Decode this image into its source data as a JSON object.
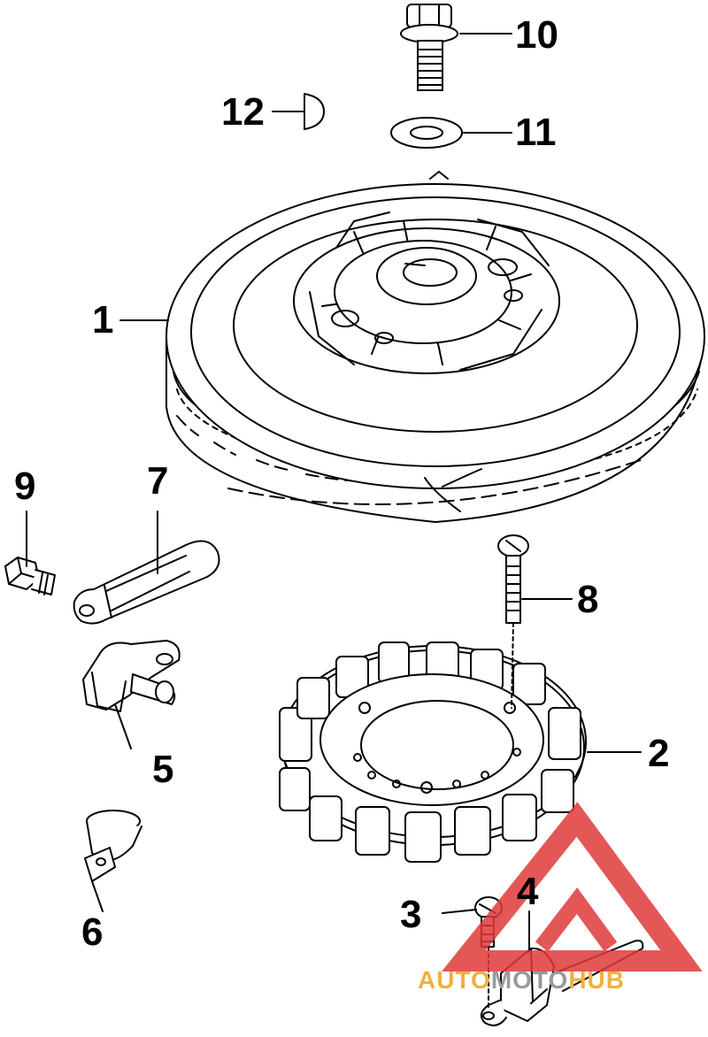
{
  "diagram": {
    "callouts": {
      "c1": "1",
      "c2": "2",
      "c3": "3",
      "c4": "4",
      "c5": "5",
      "c6": "6",
      "c7": "7",
      "c8": "8",
      "c9": "9",
      "c10": "10",
      "c11": "11",
      "c12": "12"
    }
  },
  "watermark": {
    "part1": "AUTO",
    "part2": "MOTO",
    "part3": "HUB",
    "color_orange": "#f0b040",
    "color_gray": "#9a9a9a",
    "logo_color": "#e03a3a"
  }
}
